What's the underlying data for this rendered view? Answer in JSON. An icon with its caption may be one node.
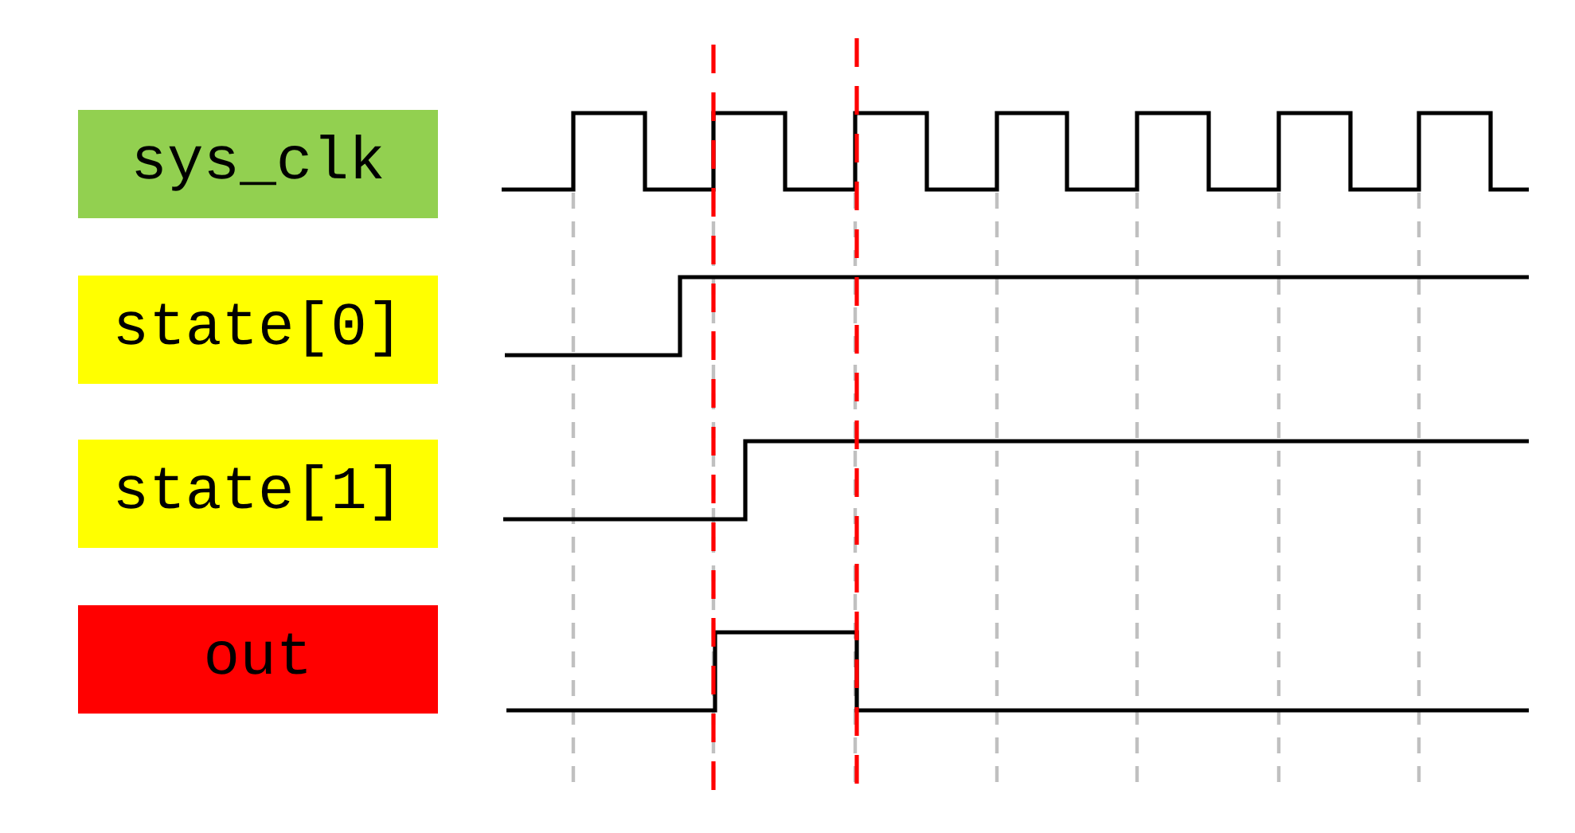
{
  "diagram": {
    "nodes": [
      {
        "text": [
          "sys_clk"
        ]
      },
      {
        "text": [
          "state[0]"
        ]
      },
      {
        "text": [
          "state[1]"
        ]
      },
      {
        "text": [
          "out"
        ]
      }
    ]
  }
}
